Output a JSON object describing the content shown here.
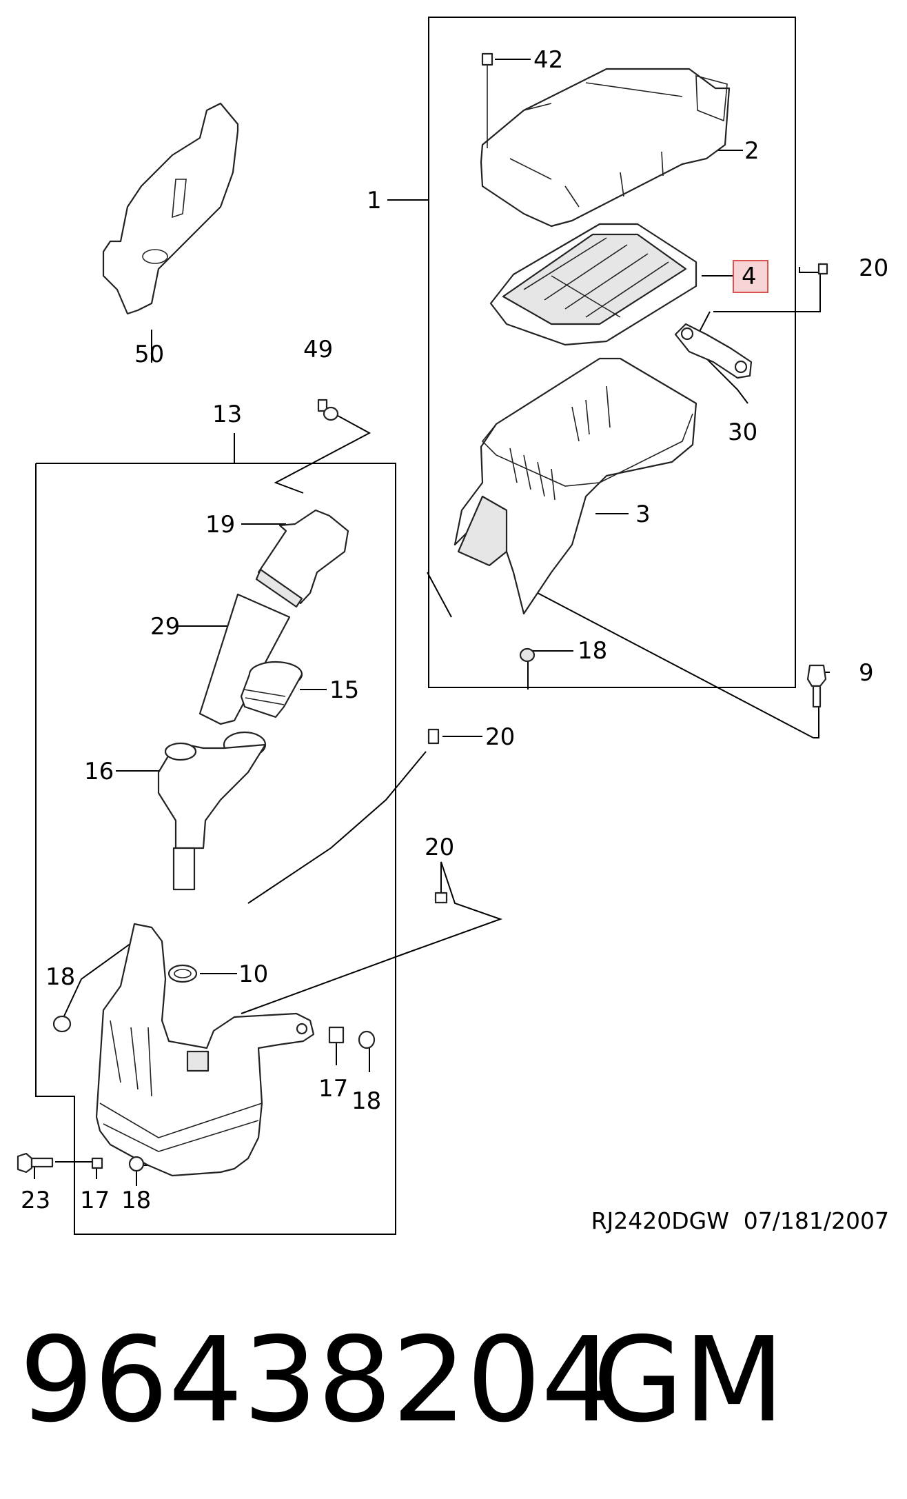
{
  "callouts": {
    "c1": "1",
    "c2": "2",
    "c3": "3",
    "c4": "4",
    "c42": "42",
    "c20a": "20",
    "c30": "30",
    "c18a": "18",
    "c9": "9",
    "c50": "50",
    "c49": "49",
    "c13": "13",
    "c19": "19",
    "c29": "29",
    "c15": "15",
    "c16": "16",
    "c20b": "20",
    "c20c": "20",
    "c10": "10",
    "c18b": "18",
    "c17a": "17",
    "c18c": "18",
    "c23": "23",
    "c17b": "17",
    "c18d": "18"
  },
  "highlighted_callout": "4",
  "highlight_color": "#f7d4d6",
  "highlight_border": "#d9534f",
  "document_code": "RJ2420DGW  07/181/2007",
  "part_number": "96438204",
  "brand": "GM"
}
